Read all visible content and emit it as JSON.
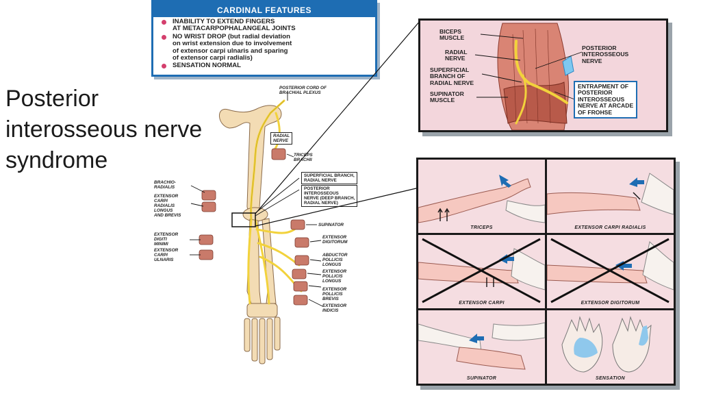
{
  "slide": {
    "title_lines": [
      "Posterior",
      "interosseous nerve",
      "syndrome"
    ]
  },
  "cardinal_features": {
    "heading": "CARDINAL FEATURES",
    "items": [
      "INABILITY TO EXTEND FINGERS\nAT METACARPOPHALANGEAL JOINTS",
      "NO WRIST DROP (but radial deviation\non wrist extension due to involvement\nof extensor carpi ulnaris and sparing\nof extensor carpi radialis)",
      "SENSATION NORMAL"
    ]
  },
  "anatomy_labels": {
    "posterior_cord": "POSTERIOR CORD OF\nBRACHIAL PLEXUS",
    "radial_nerve": "RADIAL\nNERVE",
    "triceps": "TRICEPS\nBRACHII",
    "brachioradialis": "BRACHIO-\nRADIALIS",
    "ecr": "EXTENSOR\nCARPI\nRADIALIS\nLONGUS\nAND BREVIS",
    "superficial_branch": "SUPERFICIAL BRANCH,\nRADIAL NERVE",
    "pin": "POSTERIOR\nINTEROSSEOUS\nNERVE (Deep Branch,\nRadial Nerve)",
    "supinator": "SUPINATOR",
    "edm": "EXTENSOR\nDIGITI\nMINIMI",
    "ecu": "EXTENSOR\nCARPI\nULNARIS",
    "ed": "EXTENSOR\nDIGITORUM",
    "apl": "ABDUCTOR\nPOLLICIS\nLONGUS",
    "epl": "EXTENSOR\nPOLLICIS\nLONGUS",
    "epb": "EXTENSOR\nPOLLICIS\nBREVIS",
    "ei": "EXTENSOR\nINDICIS"
  },
  "inset_labels": {
    "biceps": "BICEPS\nMUSCLE",
    "radial": "RADIAL\nNERVE",
    "superficial": "SUPERFICIAL\nBRANCH OF\nRADIAL NERVE",
    "supinator": "SUPINATOR\nMUSCLE",
    "pin": "POSTERIOR\nINTEROSSEOUS\nNERVE",
    "entrapment": "ENTRAPMENT OF\nPOSTERIOR\nINTEROSSEOUS\nNERVE AT ARCADE\nOF FROHSE"
  },
  "tests": [
    {
      "label": "TRICEPS"
    },
    {
      "label": "EXTENSOR CARPI RADIALIS"
    },
    {
      "label": "EXTENSOR CARPI"
    },
    {
      "label": "EXTENSOR DIGITORUM"
    },
    {
      "label": "SUPINATOR"
    },
    {
      "label": "SENSATION"
    }
  ],
  "colors": {
    "accent_blue": "#1e6db3",
    "bullet_pink": "#d43f6d",
    "muscle": "#c97a6a",
    "nerve": "#f2d23c",
    "bone": "#f3dcb4",
    "panel_pink": "#f5dde1"
  }
}
